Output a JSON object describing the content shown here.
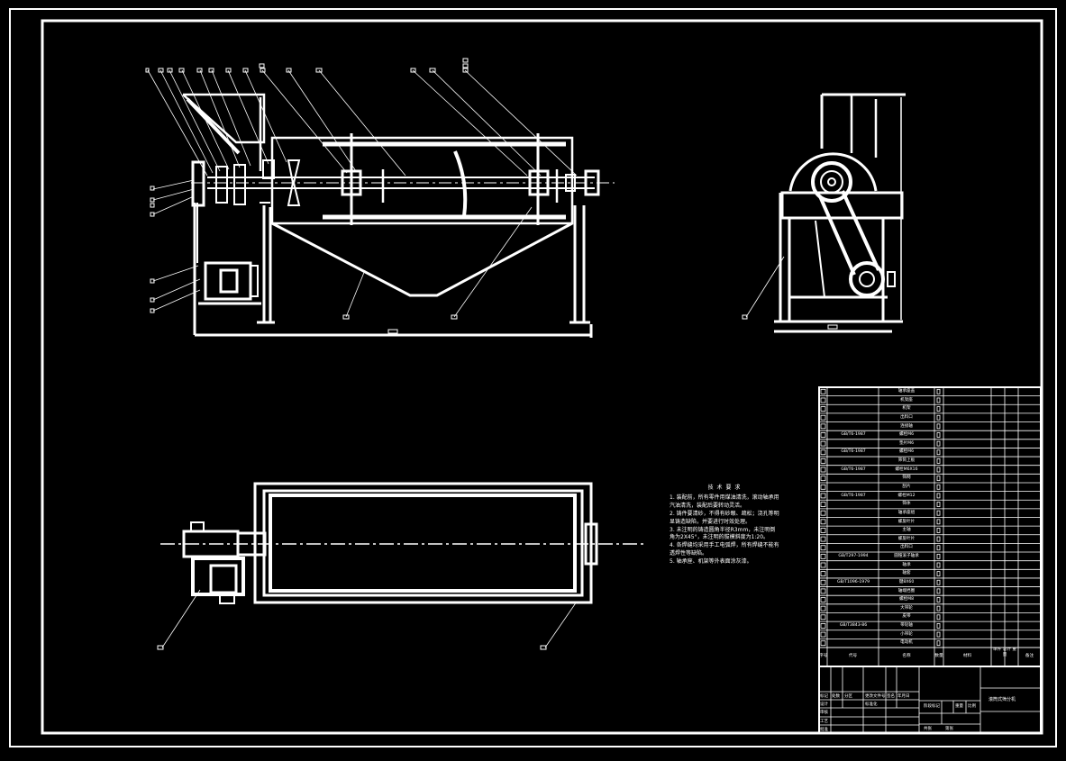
{
  "colors": {
    "background": "#000000",
    "line": "#ffffff"
  },
  "technical_requirements": {
    "title": "技 术 要 求",
    "items": [
      "1. 装配前，所有零件用煤油清洗，滚动轴承用汽油清洗，装配后要转动灵活。",
      "2. 铸件要清砂，不得有砂眼、疏松；浇孔等明显铸造缺陷，并要进行时效处理。",
      "3. 未注明的铸造圆角半径R3mm，未注明倒角为2X45°，未注明的拔模斜度为1:20。",
      "4. 各焊缝均采用手工电弧焊，所有焊缝不能有透焊性等缺陷。",
      "5. 轴承座、机架等外表面涂灰漆。"
    ]
  },
  "bom": {
    "rows": [
      {
        "std": "",
        "name": "轴承座盖",
        "note": ""
      },
      {
        "std": "",
        "name": "机架座",
        "note": ""
      },
      {
        "std": "",
        "name": "机架",
        "note": ""
      },
      {
        "std": "",
        "name": "出料口",
        "note": ""
      },
      {
        "std": "",
        "name": "连接轴",
        "note": ""
      },
      {
        "std": "GB/T6-1987",
        "name": "螺栓M6",
        "note": ""
      },
      {
        "std": "",
        "name": "垫片M6",
        "note": ""
      },
      {
        "std": "GB/T6-1987",
        "name": "螺栓M6",
        "note": ""
      },
      {
        "std": "",
        "name": "筛筒上板",
        "note": ""
      },
      {
        "std": "GB/T6-1987",
        "name": "螺栓M6X16",
        "note": ""
      },
      {
        "std": "",
        "name": "筛网",
        "note": ""
      },
      {
        "std": "",
        "name": "刮片",
        "note": ""
      },
      {
        "std": "GB/T6-1987",
        "name": "螺栓M12",
        "note": ""
      },
      {
        "std": "",
        "name": "筛体",
        "note": ""
      },
      {
        "std": "",
        "name": "轴承座组",
        "note": ""
      },
      {
        "std": "",
        "name": "螺旋叶片",
        "note": ""
      },
      {
        "std": "",
        "name": "主轴",
        "note": ""
      },
      {
        "std": "",
        "name": "螺旋叶片",
        "note": ""
      },
      {
        "std": "",
        "name": "出料口",
        "note": ""
      },
      {
        "std": "GB/T297-1994",
        "name": "圆锥滚子轴承",
        "note": ""
      },
      {
        "std": "",
        "name": "轴承",
        "note": ""
      },
      {
        "std": "",
        "name": "轴套",
        "note": ""
      },
      {
        "std": "GB/T1096-1979",
        "name": "键8X60",
        "note": ""
      },
      {
        "std": "",
        "name": "轴端挡圈",
        "note": ""
      },
      {
        "std": "",
        "name": "螺栓M8",
        "note": ""
      },
      {
        "std": "",
        "name": "大带轮",
        "note": ""
      },
      {
        "std": "",
        "name": "皮带",
        "note": ""
      },
      {
        "std": "GB/T3843-86",
        "name": "带轮轴",
        "note": ""
      },
      {
        "std": "",
        "name": "小带轮",
        "note": ""
      },
      {
        "std": "",
        "name": "电动机",
        "note": ""
      }
    ],
    "header": {
      "no": "序号",
      "std": "代号",
      "name": "名称",
      "qty": "数量",
      "material": "材料",
      "weight": "单件 总计 重量",
      "remark": "备注"
    }
  },
  "title_block": {
    "drawing_title": "滚筒式筛分机",
    "labels": [
      "标记",
      "处数",
      "分区",
      "更改文件号",
      "签名",
      "年月日",
      "设计",
      "标准化",
      "审核",
      "工艺",
      "批准",
      "阶段标记",
      "重量",
      "比例",
      "共张",
      "第张"
    ]
  }
}
